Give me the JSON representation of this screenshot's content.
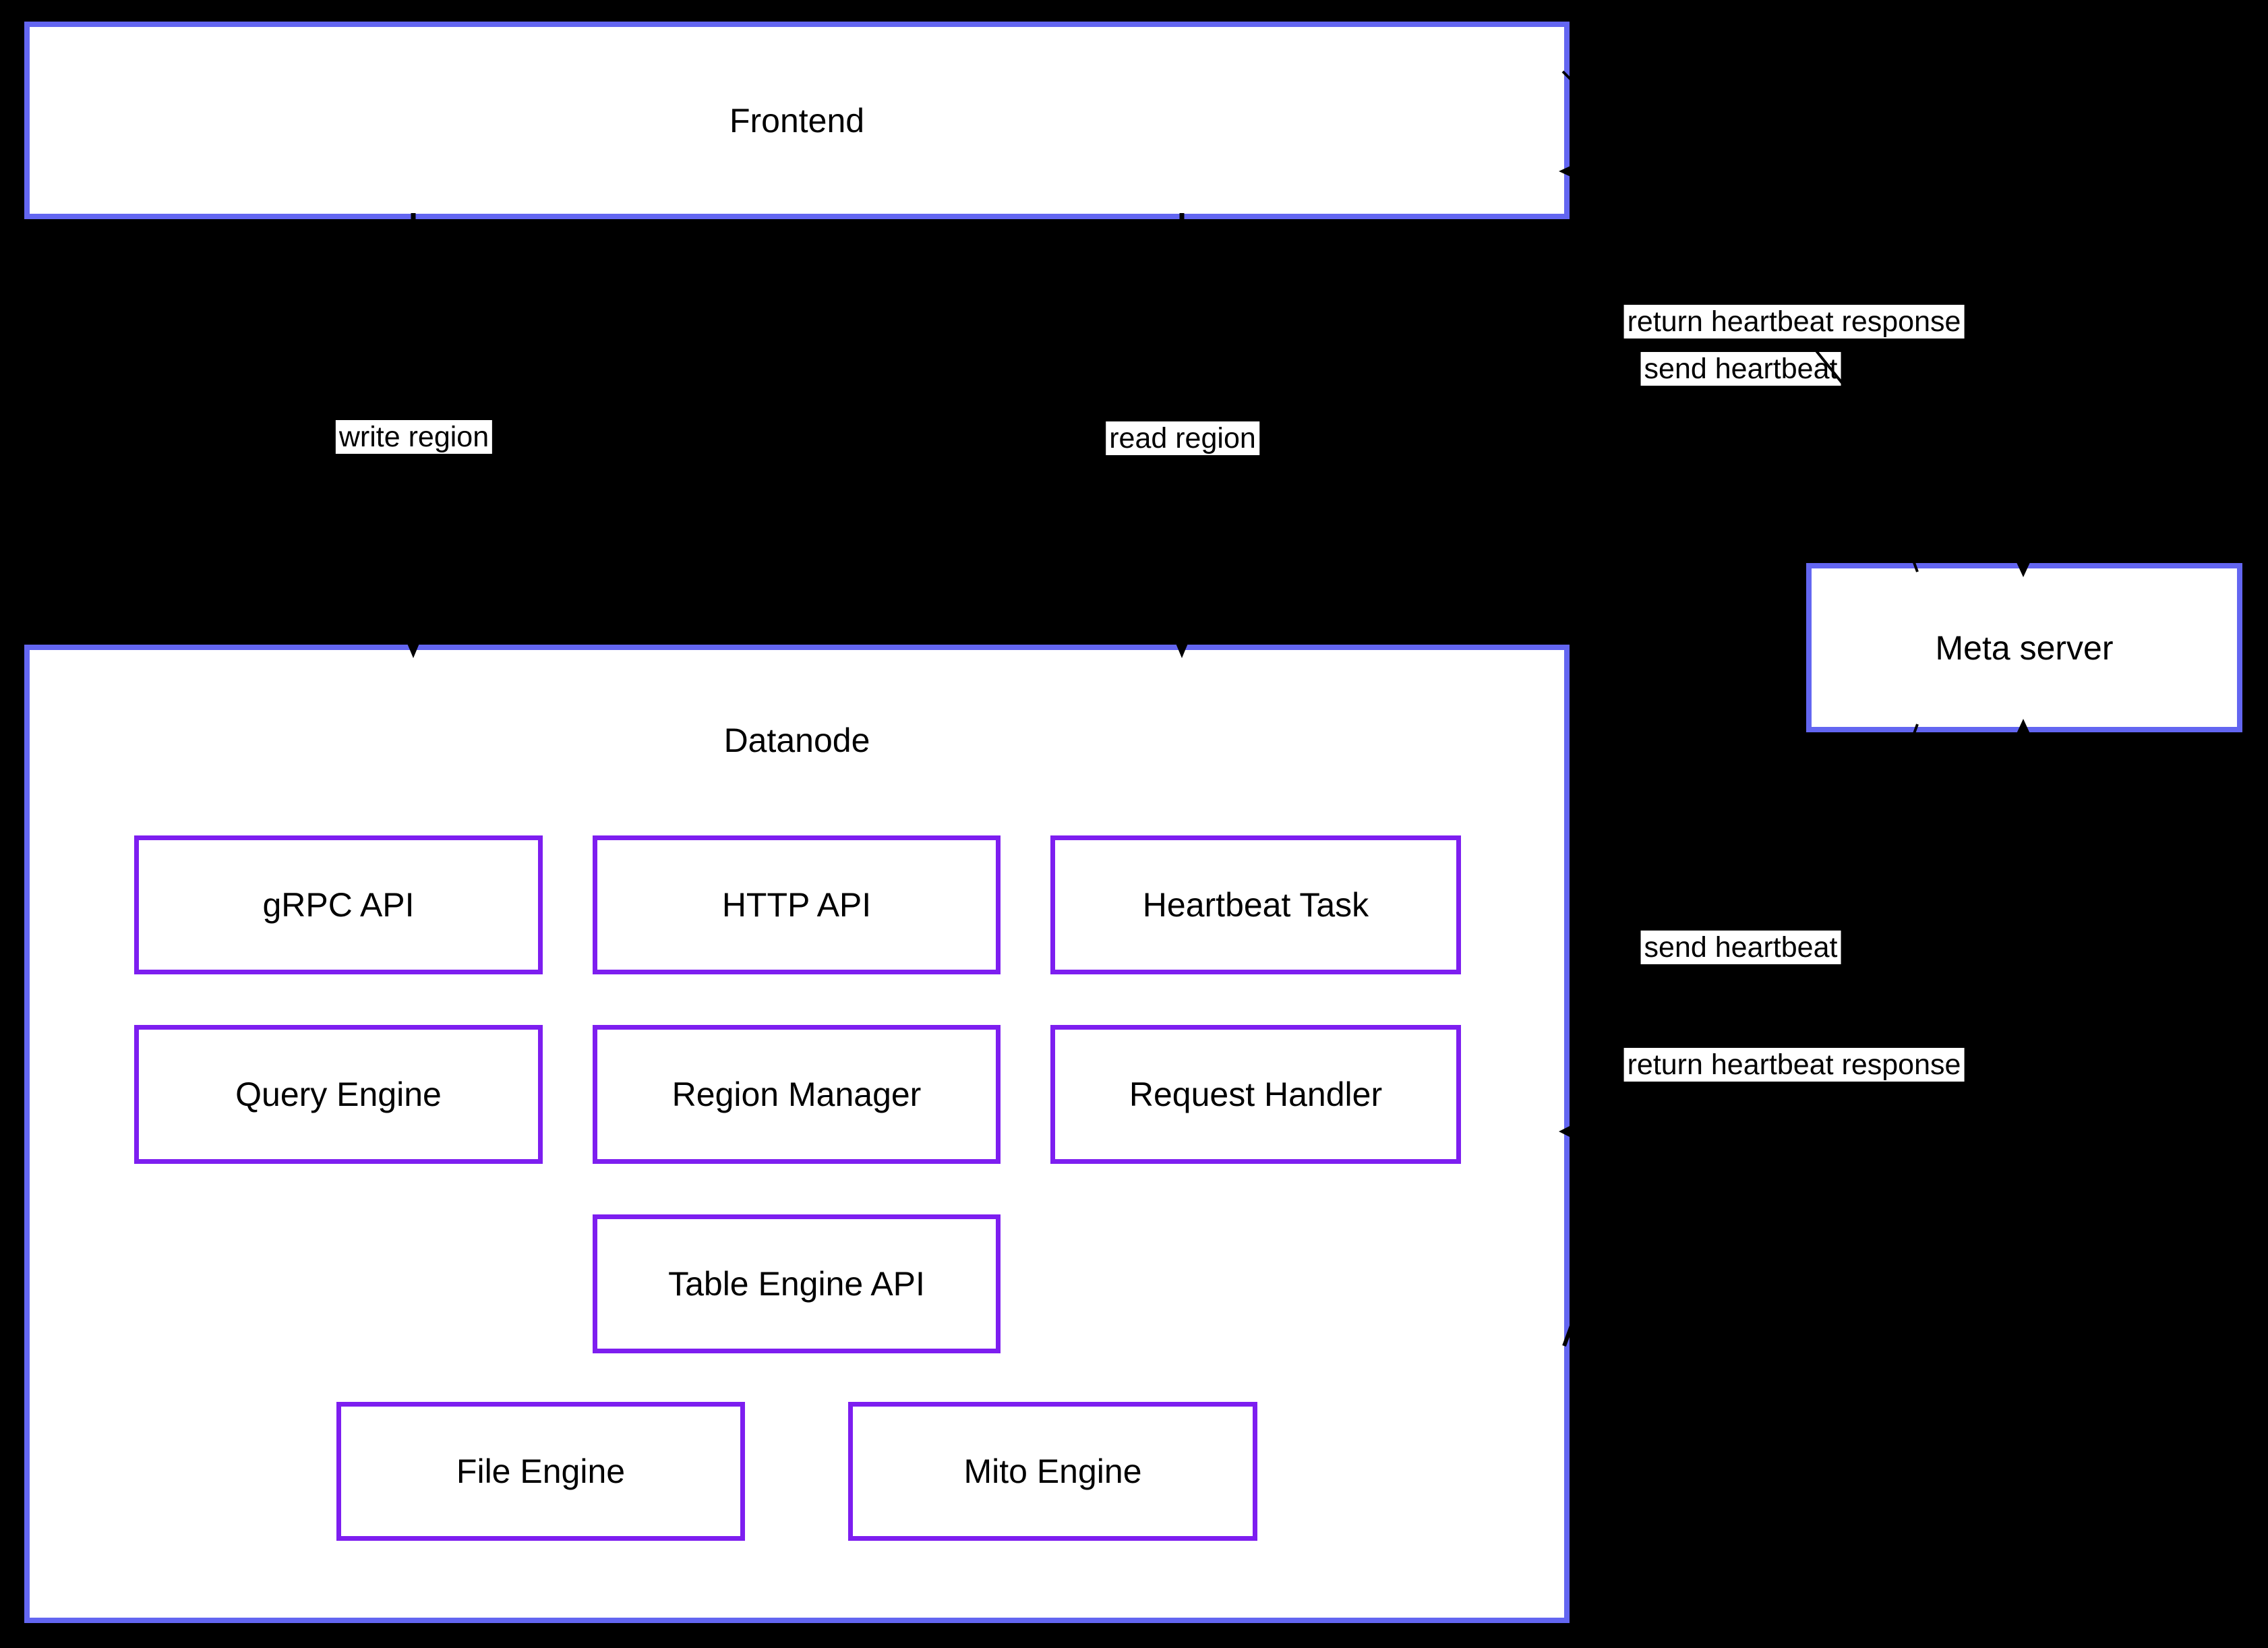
{
  "diagram": {
    "frontend": {
      "label": "Frontend"
    },
    "datanode": {
      "label": "Datanode",
      "components": {
        "grpc_api": "gRPC API",
        "http_api": "HTTP API",
        "heartbeat_task": "Heartbeat Task",
        "query_engine": "Query Engine",
        "region_manager": "Region Manager",
        "request_handler": "Request Handler",
        "table_engine_api": "Table Engine API",
        "file_engine": "File Engine",
        "mito_engine": "Mito Engine"
      }
    },
    "meta_server": {
      "label": "Meta server"
    },
    "edges": {
      "write_region": "write region",
      "read_region": "read region",
      "frontend_meta_send": "send heartbeat",
      "frontend_meta_return": "return heartbeat response",
      "datanode_meta_send": "send heartbeat",
      "datanode_meta_return": "return heartbeat response"
    },
    "colors": {
      "background": "#000000",
      "node_fill": "#ffffff",
      "outer_border": "#6366f1",
      "inner_border": "#7d1ef0",
      "text": "#000000",
      "edge": "#000000",
      "edge_label_bg": "#ffffff"
    }
  }
}
